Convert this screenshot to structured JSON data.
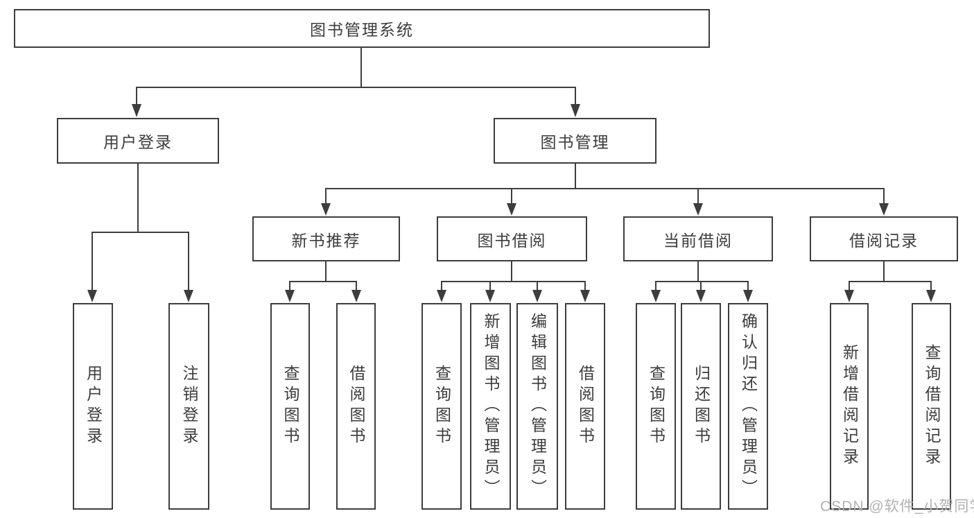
{
  "nodes": {
    "root": {
      "label": "图书管理系统"
    },
    "user_login": {
      "label": "用户登录"
    },
    "book_mgmt": {
      "label": "图书管理"
    },
    "new_book_rec": {
      "label": "新书推荐"
    },
    "book_borrow": {
      "label": "图书借阅"
    },
    "current_borrow": {
      "label": "当前借阅"
    },
    "borrow_record": {
      "label": "借阅记录"
    },
    "user_login_detail": {
      "label": "用户登录"
    },
    "logout": {
      "label": "注销登录"
    },
    "nbr_query_book": {
      "label": "查询图书"
    },
    "nbr_borrow_book": {
      "label": "借阅图书"
    },
    "bb_query_book": {
      "label": "查询图书"
    },
    "bb_add_book": {
      "label": "新增图书（管理员）"
    },
    "bb_edit_book": {
      "label": "编辑图书（管理员）"
    },
    "bb_borrow_book": {
      "label": "借阅图书"
    },
    "cb_query_book": {
      "label": "查询图书"
    },
    "cb_return_book": {
      "label": "归还图书"
    },
    "cb_confirm_return": {
      "label": "确认归还（管理员）"
    },
    "br_add_record": {
      "label": "新增借阅记录"
    },
    "br_query_record": {
      "label": "查询借阅记录"
    }
  },
  "edges": [
    {
      "from": "root",
      "to": [
        "user_login",
        "book_mgmt"
      ]
    },
    {
      "from": "user_login",
      "to": [
        "user_login_detail",
        "logout"
      ]
    },
    {
      "from": "book_mgmt",
      "to": [
        "new_book_rec",
        "book_borrow",
        "current_borrow",
        "borrow_record"
      ]
    },
    {
      "from": "new_book_rec",
      "to": [
        "nbr_query_book",
        "nbr_borrow_book"
      ]
    },
    {
      "from": "book_borrow",
      "to": [
        "bb_query_book",
        "bb_add_book",
        "bb_edit_book",
        "bb_borrow_book"
      ]
    },
    {
      "from": "current_borrow",
      "to": [
        "cb_query_book",
        "cb_return_book",
        "cb_confirm_return"
      ]
    },
    {
      "from": "borrow_record",
      "to": [
        "br_add_record",
        "br_query_record"
      ]
    }
  ],
  "watermark": {
    "text": "CSDN @软件_小贺同学",
    "color": "#b2b2b4"
  },
  "colors": {
    "line": "#3d3d3d",
    "text": "#3c3c3c",
    "background": "#ffffff",
    "box_background": "#ffffff"
  }
}
